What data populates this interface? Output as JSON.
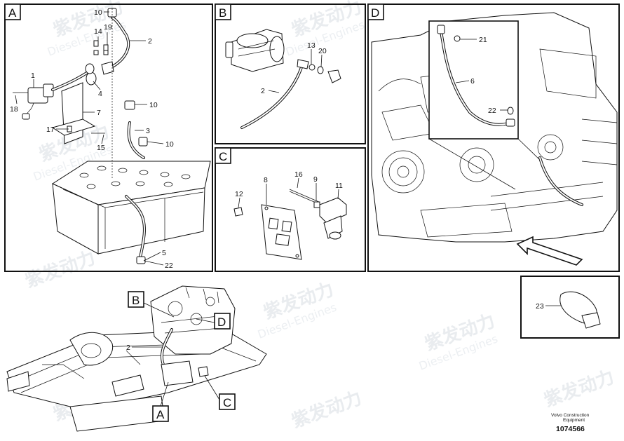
{
  "watermark": {
    "brand_cn": "紫发动力",
    "brand_en": "Diesel-Engines"
  },
  "panels": {
    "a": {
      "label": "A"
    },
    "b": {
      "label": "B"
    },
    "c": {
      "label": "C"
    },
    "d": {
      "label": "D"
    }
  },
  "panel_a_numbers": [
    "10",
    "14",
    "19",
    "2",
    "1",
    "4",
    "18",
    "7",
    "17",
    "15",
    "10",
    "3",
    "10",
    "5",
    "22"
  ],
  "panel_b_numbers": [
    "13",
    "20",
    "2"
  ],
  "panel_c_numbers": [
    "16",
    "9",
    "11",
    "12",
    "8"
  ],
  "panel_d_numbers": [
    "21",
    "6",
    "22"
  ],
  "clamp_number": "23",
  "overview": {
    "callouts": [
      "B",
      "D",
      "C",
      "A"
    ],
    "cable_number": "2"
  },
  "footer": {
    "maker_line1": "Volvo Construction",
    "maker_line2": "Equipment",
    "drawing_number": "1074566"
  }
}
